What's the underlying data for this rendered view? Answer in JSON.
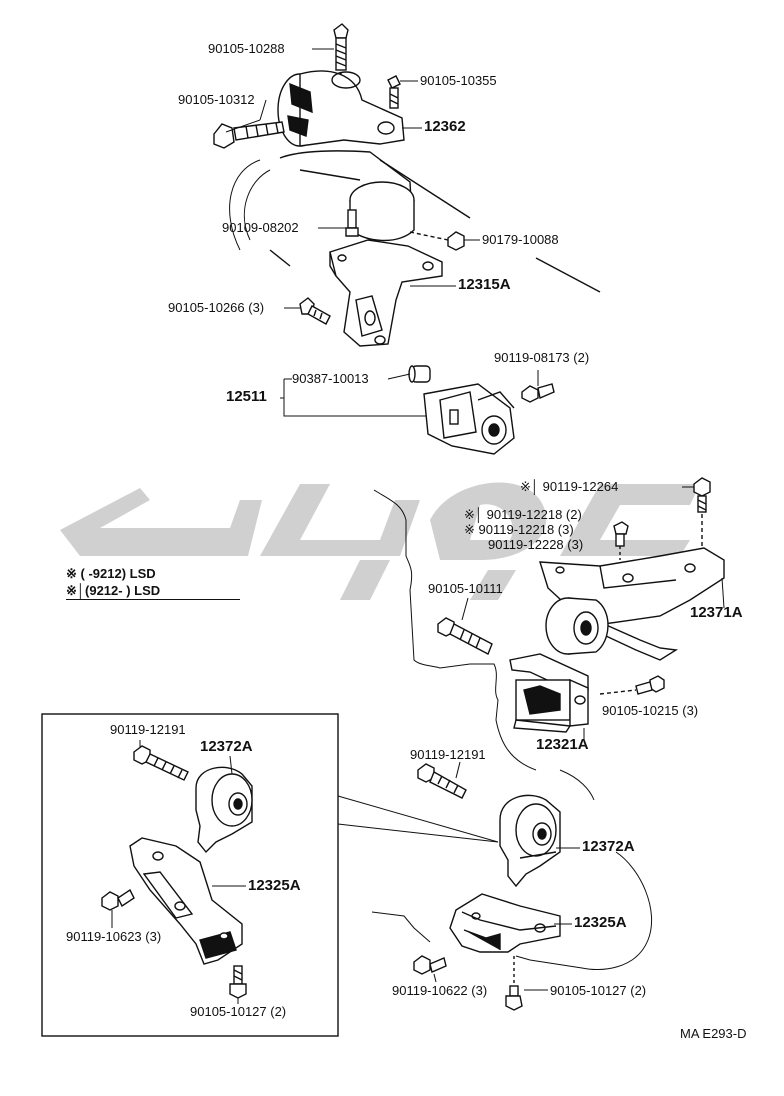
{
  "diagram_code": "MA E293-D",
  "watermark_color": "#c8c8c8",
  "legend": {
    "line1": "※ (      -9212) LSD",
    "line2": "※│(9212-        ) LSD"
  },
  "callouts": {
    "p90105_10288": "90105-10288",
    "p90105_10355": "90105-10355",
    "p90105_10312": "90105-10312",
    "p12362": "12362",
    "p90109_08202": "90109-08202",
    "p90179_10088": "90179-10088",
    "p90105_10266": "90105-10266 (3)",
    "p12315A": "12315A",
    "p90387_10013": "90387-10013",
    "p90119_08173": "90119-08173 (2)",
    "p12511": "12511",
    "p90119_12264": "※│ 90119-12264",
    "p90119_12218a": "※│ 90119-12218 (2)",
    "p90119_12218b": "※    90119-12218 (3)",
    "p90119_12228": "90119-12228 (3)",
    "p90105_10111": "90105-10111",
    "p12371A": "12371A",
    "p90105_10215": "90105-10215 (3)",
    "p12321A": "12321A",
    "p90119_12191_inset": "90119-12191",
    "p12372A_inset": "12372A",
    "p12325A_inset": "12325A",
    "p90119_10623": "90119-10623 (3)",
    "p90105_10127_inset": "90105-10127 (2)",
    "p90119_12191": "90119-12191",
    "p12372A": "12372A",
    "p12325A": "12325A",
    "p90119_10622": "90119-10622 (3)",
    "p90105_10127": "90105-10127 (2)"
  }
}
